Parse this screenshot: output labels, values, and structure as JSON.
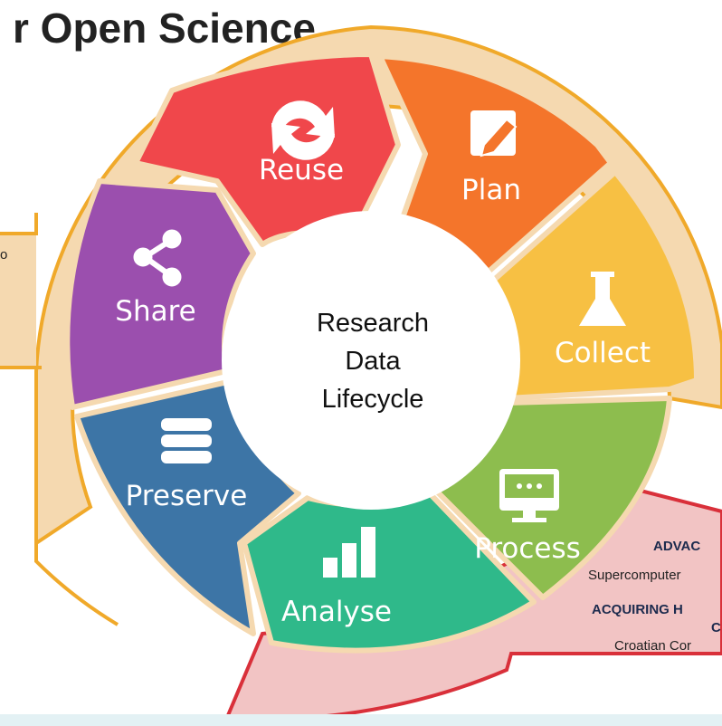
{
  "title": "r Open Science",
  "center": {
    "line1": "Research",
    "line2": "Data",
    "line3": "Lifecycle"
  },
  "segments": {
    "reuse": {
      "label": "Reuse",
      "color": "#f0474b",
      "icon": "sync-arrows-icon"
    },
    "plan": {
      "label": "Plan",
      "color": "#f4752b",
      "icon": "edit-document-icon"
    },
    "collect": {
      "label": "Collect",
      "color": "#f7c043",
      "icon": "flask-icon"
    },
    "process": {
      "label": "Process",
      "color": "#8dbd4e",
      "icon": "monitor-icon"
    },
    "analyse": {
      "label": "Analyse",
      "color": "#2fb98a",
      "icon": "bar-chart-icon"
    },
    "preserve": {
      "label": "Preserve",
      "color": "#3d75a6",
      "icon": "database-icon"
    },
    "share": {
      "label": "Share",
      "color": "#9b4fae",
      "icon": "share-icon"
    }
  },
  "left_box": {
    "text": "o"
  },
  "right_box": {
    "line1": "ADVAC",
    "line2": "Supercomputer",
    "line3": "ACQUIRING H",
    "line4": "C",
    "line5": "Croatian Cor"
  },
  "colors": {
    "outer_band": "#f5d9b0",
    "outer_stroke": "#f0a92a",
    "pink_band": "#f2c4c4",
    "red_stroke": "#d9303a"
  }
}
